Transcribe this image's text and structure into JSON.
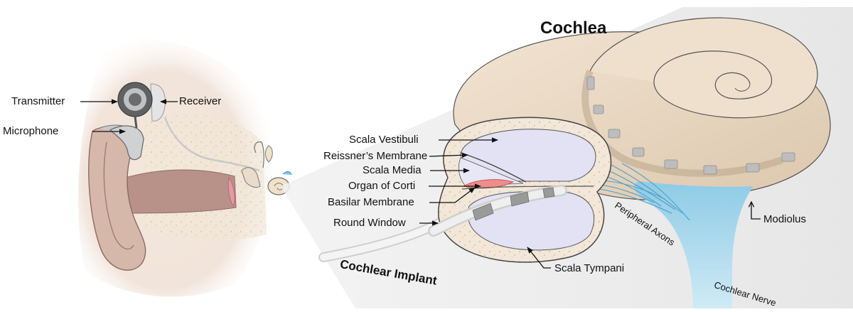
{
  "labels": {
    "cochlea": "Cochlea",
    "cochlear_implant": "Cochlear Implant",
    "transmitter": "Transmitter",
    "receiver": "Receiver",
    "microphone": "Microphone",
    "scala_vestibuli": "Scala Vestibuli",
    "reissners_membrane": "Reissner’s Membrane",
    "scala_media": "Scala Media",
    "organ_of_corti": "Organ of Corti",
    "basilar_membrane": "Basilar Membrane",
    "round_window": "Round Window",
    "scala_tympani": "Scala Tympani",
    "peripheral_axons": "Peripheral Axons",
    "modiolus": "Modiolus",
    "cochlear_nerve": "Cochlear Nerve"
  },
  "colors": {
    "skin": "#efe2d6",
    "ear": "#d9bfb2",
    "canal": "#b08b82",
    "cochlea_shell": "#e9d7c1",
    "bone": "#eadcc5",
    "scala": "#e3e3f5",
    "organ": "#f08c8c",
    "nerve": "#7fc4e0",
    "device": "#5f6163",
    "outline": "#333333"
  }
}
